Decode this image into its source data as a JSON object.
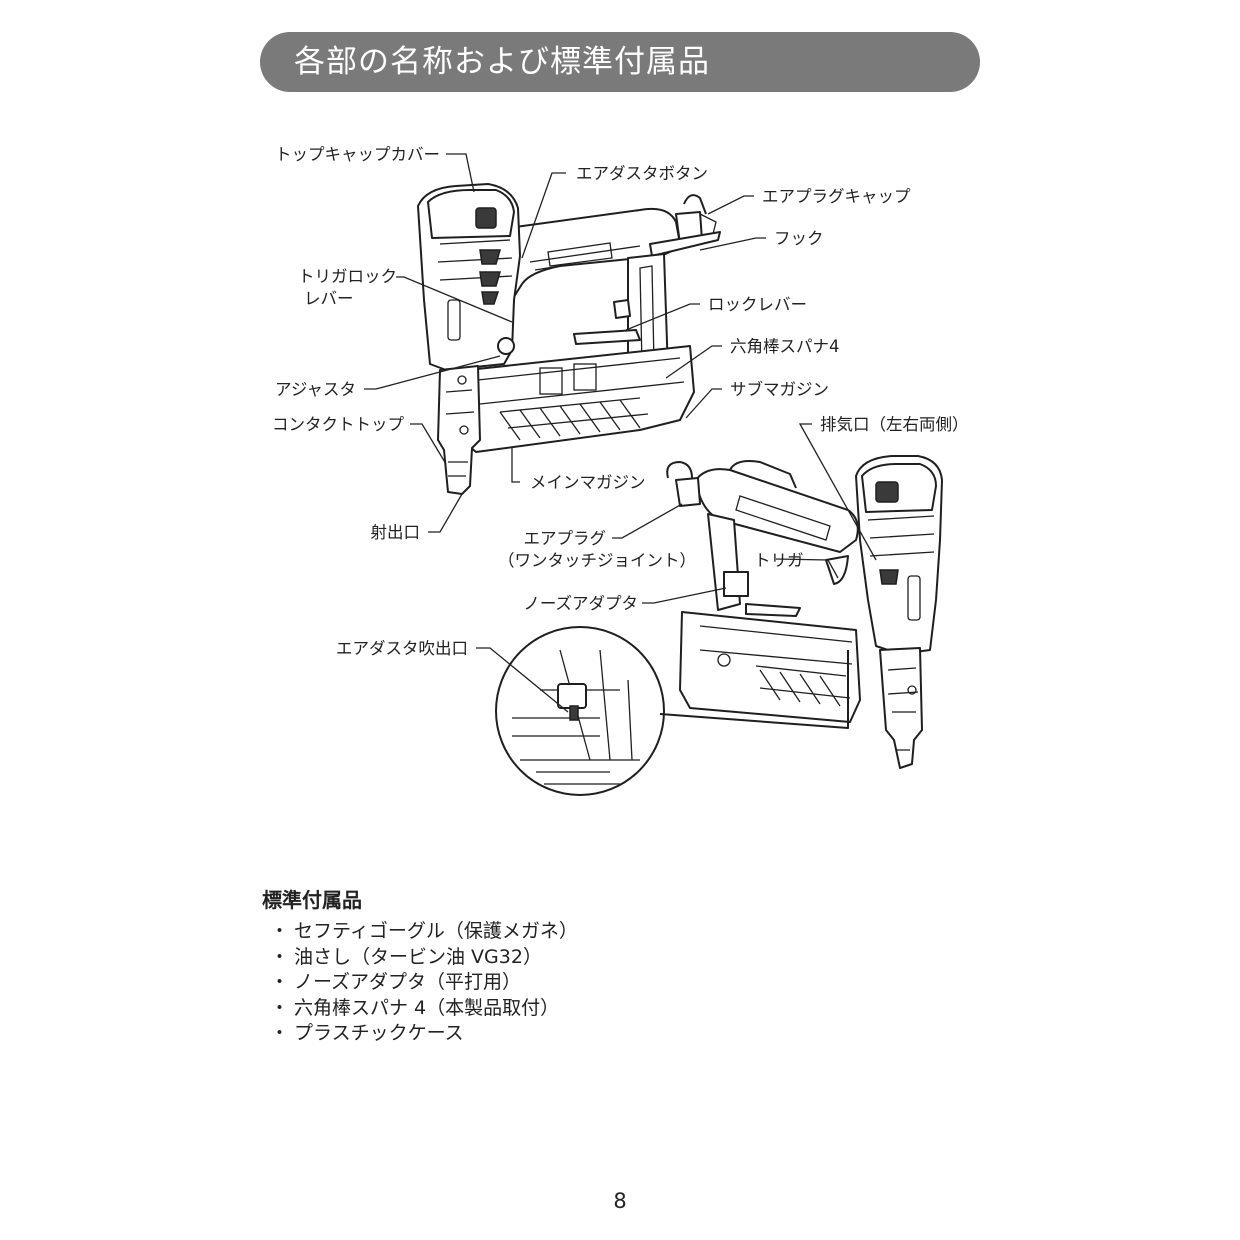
{
  "header": {
    "title": "各部の名称および標準付属品"
  },
  "diagram": {
    "labels": {
      "top_cap_cover": "トップキャップカバー",
      "air_duster_button": "エアダスタボタン",
      "air_plug_cap": "エアプラグキャップ",
      "hook": "フック",
      "trigger_lock_lever_1": "トリガロック",
      "trigger_lock_lever_2": "レバー",
      "lock_lever": "ロックレバー",
      "hex_wrench": "六角棒スパナ4",
      "adjuster": "アジャスタ",
      "sub_magazine": "サブマガジン",
      "contact_top": "コンタクトトップ",
      "exhaust_port": "排気口（左右両側）",
      "main_magazine": "メインマガジン",
      "ejection_port": "射出口",
      "air_plug_1": "エアプラグ",
      "air_plug_2": "（ワンタッチジョイント）",
      "trigger": "トリガ",
      "nose_adapter": "ノーズアダプタ",
      "air_duster_outlet": "エアダスタ吹出口"
    }
  },
  "accessories": {
    "heading": "標準付属品",
    "bullet": "・",
    "items": [
      "セフティゴーグル（保護メガネ）",
      "油さし（タービン油 VG32）",
      "ノーズアダプタ（平打用）",
      "六角棒スパナ 4（本製品取付）",
      "プラスチックケース"
    ]
  },
  "footer": {
    "page_number": "8"
  }
}
